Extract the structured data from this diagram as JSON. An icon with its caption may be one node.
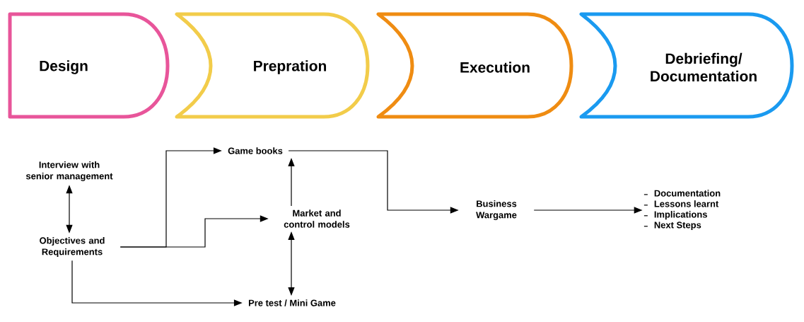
{
  "diagram": {
    "nodes": [
      {
        "text": [
          "Design"
        ]
      },
      {
        "text": [
          "Prepration"
        ]
      },
      {
        "text": [
          "Execution"
        ]
      },
      {
        "text": [
          "Debriefing/ Documentation"
        ]
      },
      {
        "text": [
          "Interview with senior management"
        ]
      },
      {
        "text": [
          "Objectives and Requirements"
        ]
      },
      {
        "text": [
          "Game books"
        ]
      },
      {
        "text": [
          "Market and control models"
        ]
      },
      {
        "text": [
          "Pre test / Mini Game"
        ]
      },
      {
        "text": [
          "Business Wargame"
        ]
      },
      {
        "text": [
          "Documentation",
          "Lessons learnt",
          "Implications",
          "Next Steps"
        ]
      }
    ],
    "edges": [
      {
        "from": 4,
        "to": 5,
        "arrow": "both"
      },
      {
        "from": 5,
        "to": 6,
        "arrow": "to"
      },
      {
        "from": 5,
        "to": 7,
        "arrow": "to"
      },
      {
        "from": 5,
        "to": 8,
        "arrow": "to"
      },
      {
        "from": 7,
        "to": 6,
        "arrow": "to"
      },
      {
        "from": 7,
        "to": 8,
        "arrow": "both"
      },
      {
        "from": 6,
        "to": 9,
        "arrow": "to"
      },
      {
        "from": 9,
        "to": 10,
        "arrow": "to"
      }
    ]
  }
}
